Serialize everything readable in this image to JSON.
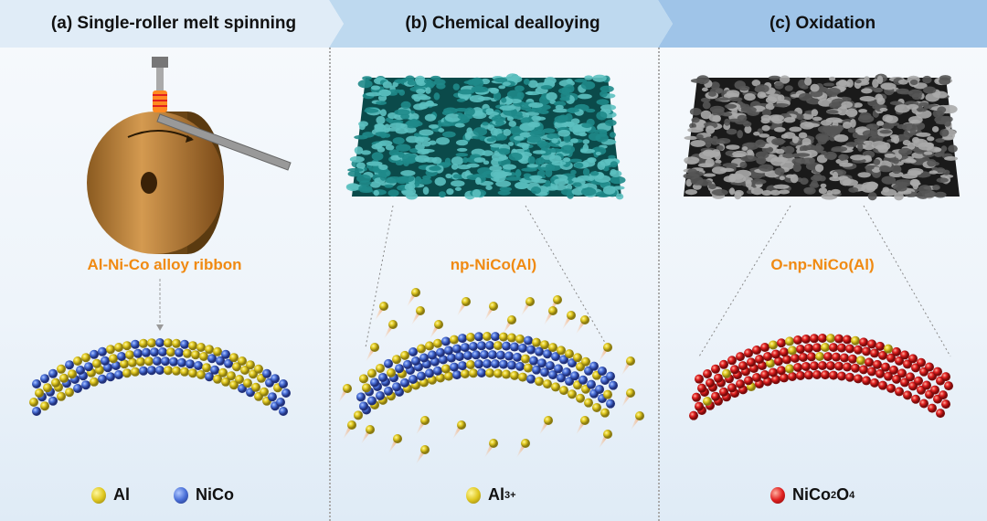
{
  "header": {
    "a": "(a)  Single-roller melt spinning",
    "b": "(b) Chemical dealloying",
    "c": "(c) Oxidation"
  },
  "labels": {
    "a": "Al-Ni-Co alloy ribbon",
    "b": "np-NiCo(Al)",
    "c": "O-np-NiCo(Al)"
  },
  "legend": {
    "al": "Al",
    "nico": "NiCo",
    "al_ion": "Al",
    "al_ion_charge": "3+",
    "oxide_base": "NiCo",
    "oxide_sub1": "2",
    "oxide_o": "O",
    "oxide_sub2": "4"
  },
  "colors": {
    "al": "#e0c820",
    "nico": "#4a70d8",
    "oxide": "#e02020",
    "foam_b": "#1f8a8a",
    "foam_c": "#555555",
    "accent": "#f08a12"
  }
}
